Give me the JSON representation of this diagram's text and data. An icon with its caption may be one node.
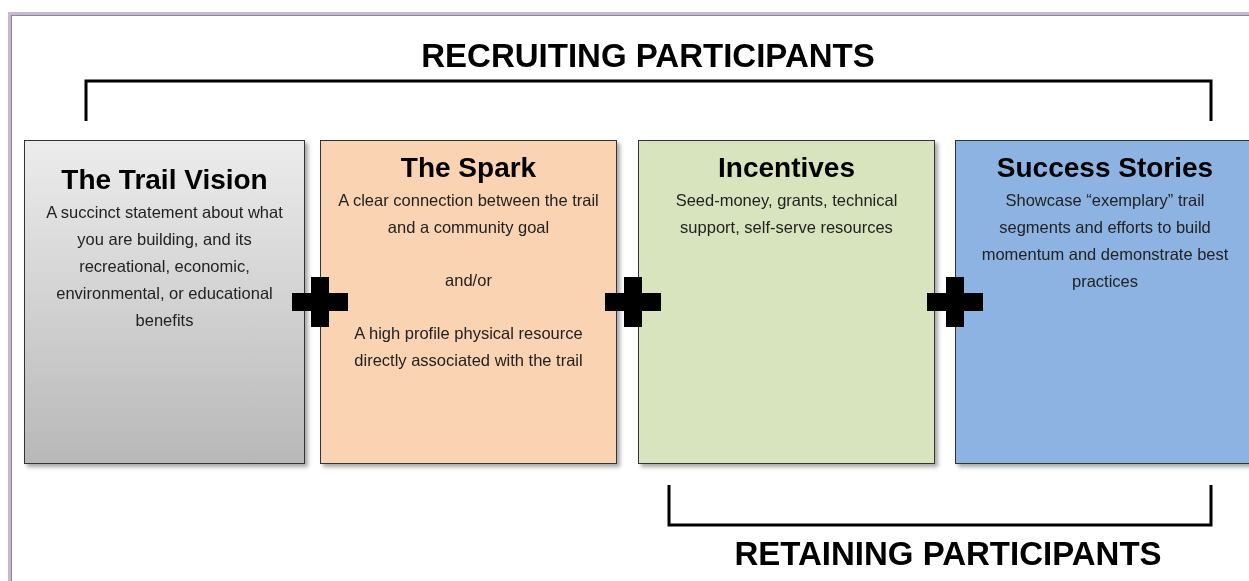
{
  "diagram": {
    "nodes": [
      {
        "text": [
          "The Trail Vision",
          "A succinct statement about what you are building, and its recreational, economic, environmental, or educational benefits"
        ]
      },
      {
        "text": [
          "The Spark",
          "A clear connection between the trail and a community goal",
          "and/or",
          "A high profile physical resource directly associated with the trail"
        ]
      },
      {
        "text": [
          "Incentives",
          "Seed-money, grants, technical support, self-serve resources"
        ]
      },
      {
        "text": [
          "Success Stories",
          "Showcase “exemplary” trail segments and efforts to build momentum and demonstrate best practices"
        ]
      }
    ],
    "labels": [
      "RECRUITING PARTICIPANTS",
      "RETAINING PARTICIPANTS"
    ]
  }
}
